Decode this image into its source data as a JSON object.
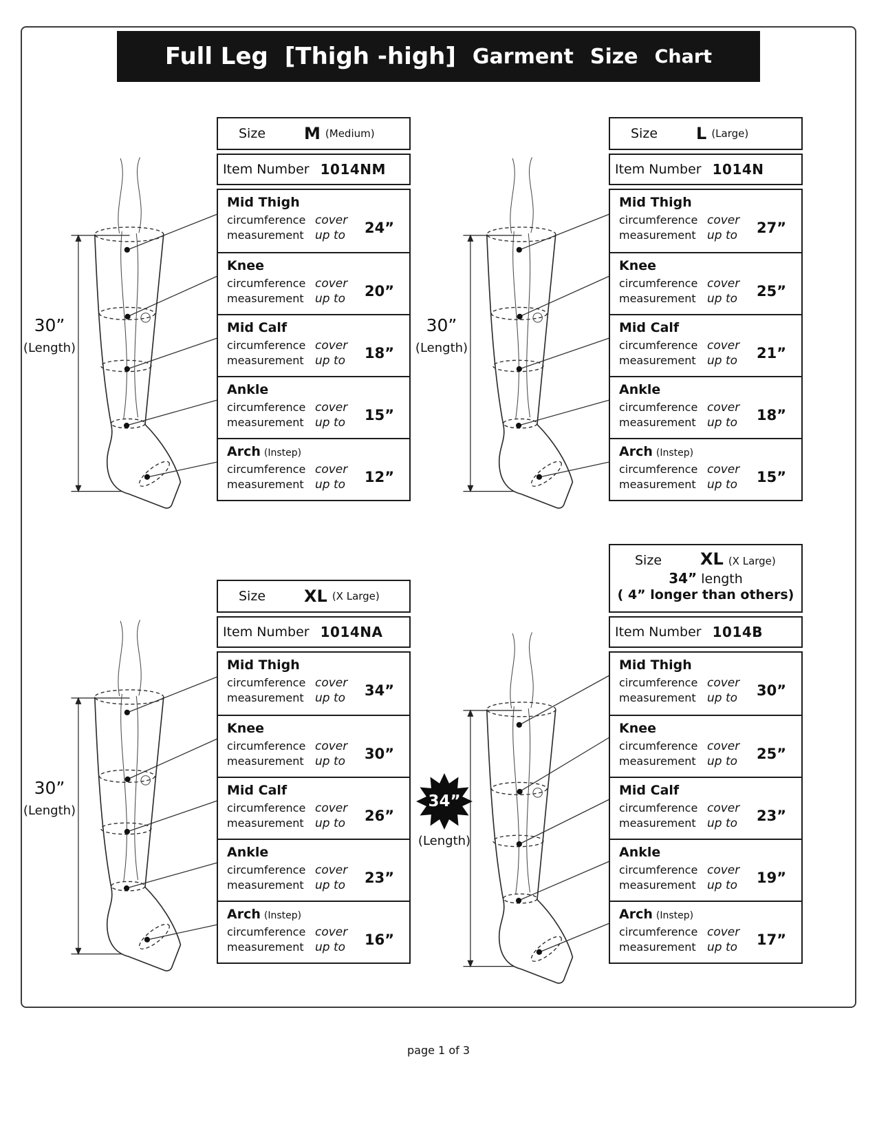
{
  "header": {
    "title_a": "Full Leg",
    "title_b": "[Thigh -high]",
    "title_c": "Garment",
    "title_d": "Size",
    "title_e": "Chart"
  },
  "labels": {
    "size": "Size",
    "item_number": "Item Number",
    "circumference": "circumference",
    "measurement": "measurement",
    "cover": "cover",
    "up_to": "up to",
    "length_caption": "(Length)"
  },
  "footer": "page 1 of 3",
  "panels": [
    {
      "size_code": "M",
      "size_name": "(Medium)",
      "item_number": "1014NM",
      "length": "30”",
      "rows": [
        {
          "label": "Mid Thigh",
          "value": "24”"
        },
        {
          "label": "Knee",
          "value": "20”"
        },
        {
          "label": "Mid Calf",
          "value": "18”"
        },
        {
          "label": "Ankle",
          "value": "15”"
        },
        {
          "label": "Arch",
          "note": "(Instep)",
          "value": "12”"
        }
      ]
    },
    {
      "size_code": "L",
      "size_name": "(Large)",
      "item_number": "1014N",
      "length": "30”",
      "rows": [
        {
          "label": "Mid Thigh",
          "value": "27”"
        },
        {
          "label": "Knee",
          "value": "25”"
        },
        {
          "label": "Mid Calf",
          "value": "21”"
        },
        {
          "label": "Ankle",
          "value": "18”"
        },
        {
          "label": "Arch",
          "note": "(Instep)",
          "value": "15”"
        }
      ]
    },
    {
      "size_code": "XL",
      "size_name": "(X Large)",
      "item_number": "1014NA",
      "length": "30”",
      "rows": [
        {
          "label": "Mid Thigh",
          "value": "34”"
        },
        {
          "label": "Knee",
          "value": "30”"
        },
        {
          "label": "Mid Calf",
          "value": "26”"
        },
        {
          "label": "Ankle",
          "value": "23”"
        },
        {
          "label": "Arch",
          "note": "(Instep)",
          "value": "16”"
        }
      ]
    },
    {
      "size_code": "XL",
      "size_name": "(X Large)",
      "item_number": "1014B",
      "length": "34”",
      "header_line2_bold": "34”",
      "header_line2_rest": " length",
      "header_line3": "( 4” longer than others)",
      "rows": [
        {
          "label": "Mid Thigh",
          "value": "30”"
        },
        {
          "label": "Knee",
          "value": "25”"
        },
        {
          "label": "Mid Calf",
          "value": "23”"
        },
        {
          "label": "Ankle",
          "value": "19”"
        },
        {
          "label": "Arch",
          "note": "(Instep)",
          "value": "17”"
        }
      ]
    }
  ]
}
